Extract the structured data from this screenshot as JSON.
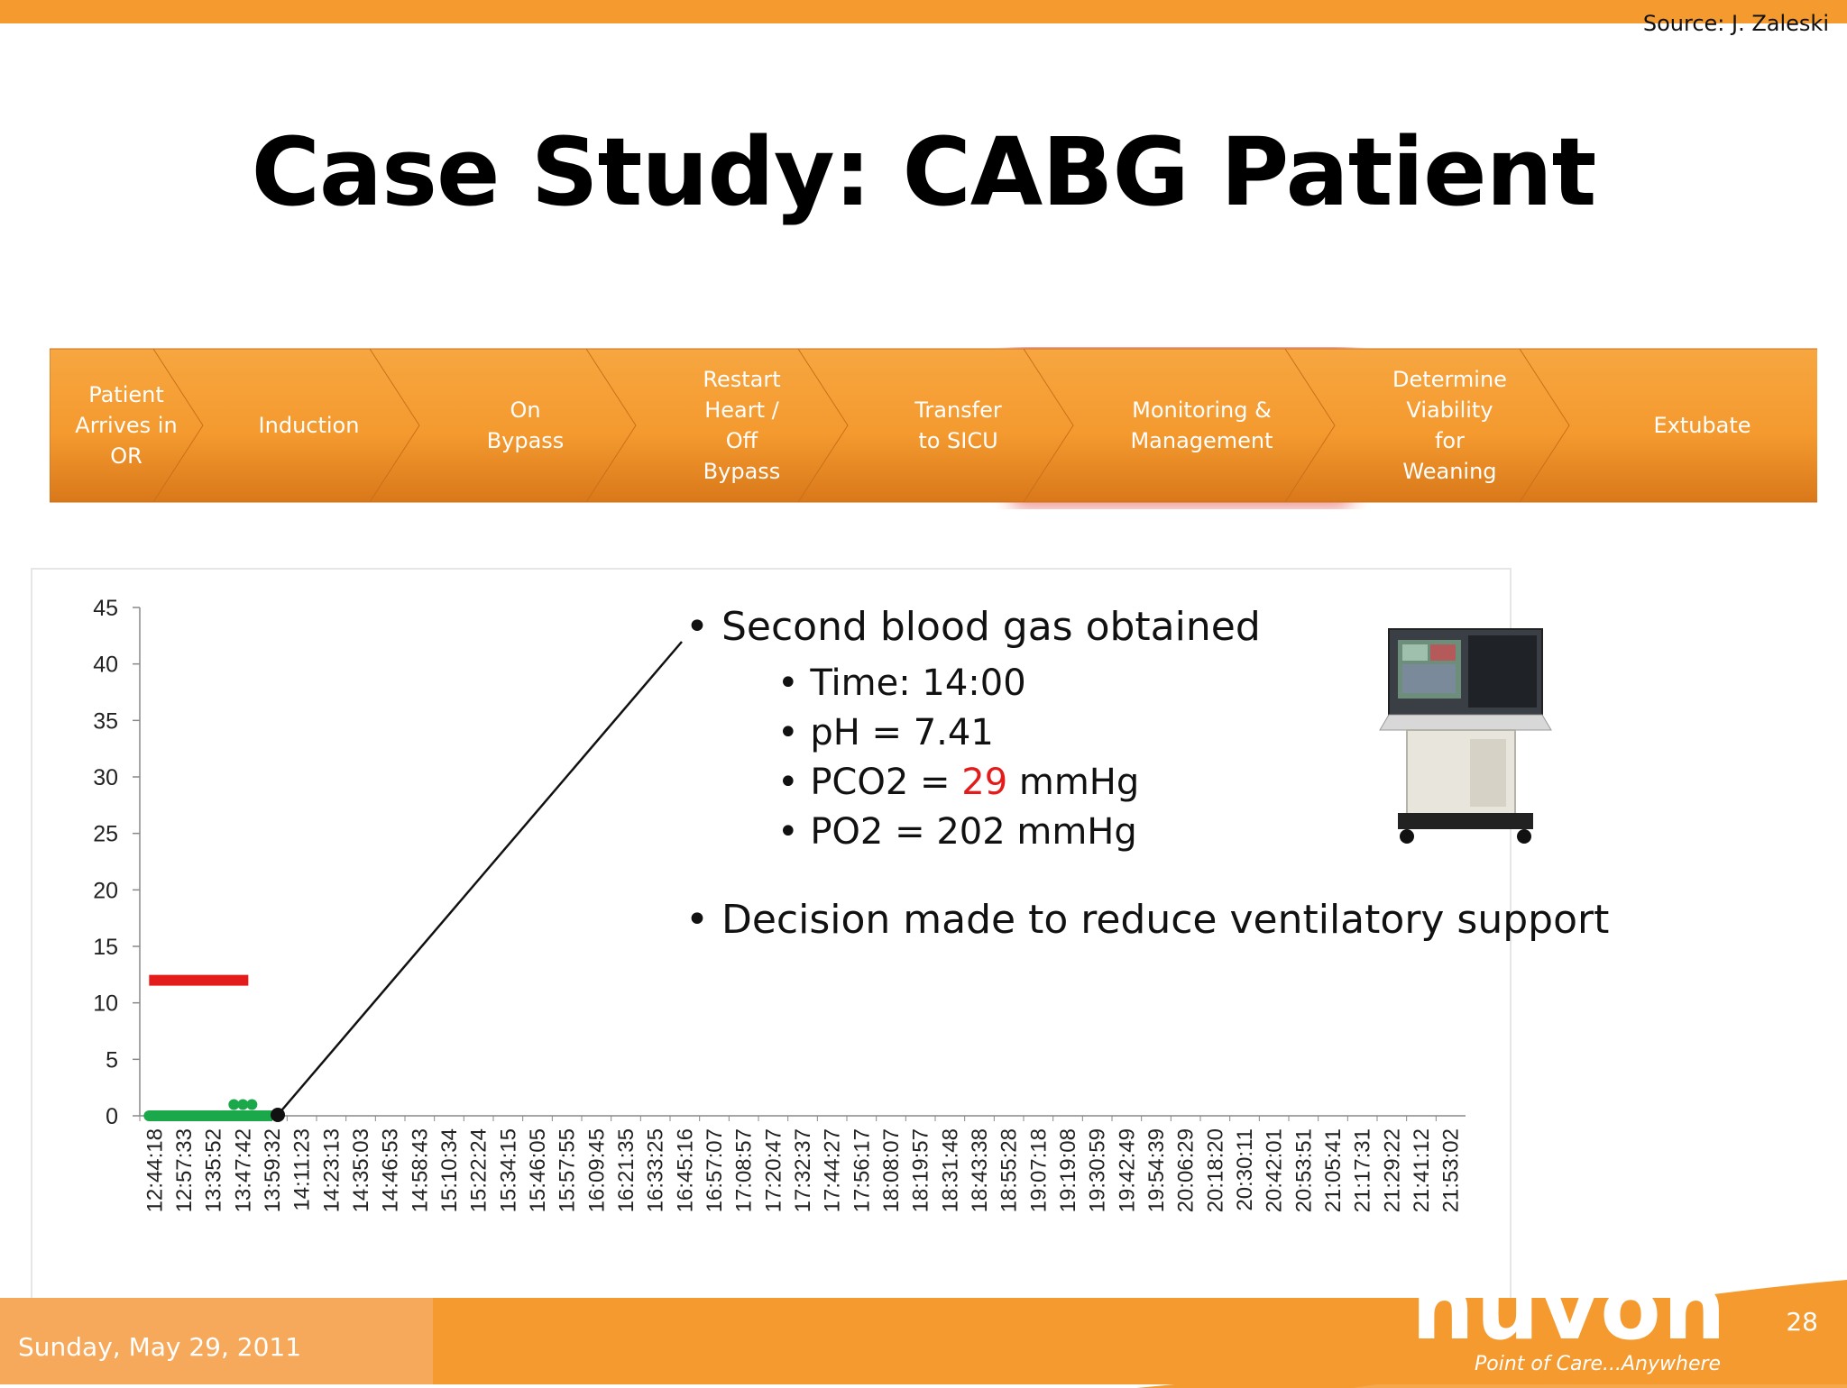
{
  "header": {
    "source": "Source: J. Zaleski"
  },
  "title": "Case Study: CABG Patient",
  "process": {
    "highlight_color": "#e0413a",
    "fill_color": "#f49a2f",
    "steps": [
      {
        "label": "Patient\nArrives in\nOR"
      },
      {
        "label": "Induction"
      },
      {
        "label": "On\nBypass"
      },
      {
        "label": "Restart\nHeart /\nOff\nBypass"
      },
      {
        "label": "Transfer\nto SICU"
      },
      {
        "label": "Monitoring &\nManagement",
        "highlighted": true
      },
      {
        "label": "Determine\nViability\nfor\nWeaning"
      },
      {
        "label": "Extubate"
      }
    ]
  },
  "bullets": {
    "main1": "Second blood gas obtained",
    "time": "Time: 14:00",
    "ph": "pH = 7.41",
    "pco2_prefix": "PCO2 = ",
    "pco2_value": "29",
    "pco2_suffix": " mmHg",
    "po2": "PO2 = 202 mmHg",
    "main2": "Decision made to reduce ventilatory support"
  },
  "chart_data": {
    "type": "scatter",
    "ylim": [
      0,
      45
    ],
    "yticks": [
      0,
      5,
      10,
      15,
      20,
      25,
      30,
      35,
      40,
      45
    ],
    "categories": [
      "12:44:18",
      "12:57:33",
      "13:35:52",
      "13:47:42",
      "13:59:32",
      "14:11:23",
      "14:23:13",
      "14:35:03",
      "14:46:53",
      "14:58:43",
      "15:10:34",
      "15:22:24",
      "15:34:15",
      "15:46:05",
      "15:57:55",
      "16:09:45",
      "16:21:35",
      "16:33:25",
      "16:45:16",
      "16:57:07",
      "17:08:57",
      "17:20:47",
      "17:32:37",
      "17:44:27",
      "17:56:17",
      "18:08:07",
      "18:19:57",
      "18:31:48",
      "18:43:38",
      "18:55:28",
      "19:07:18",
      "19:19:08",
      "19:30:59",
      "19:42:49",
      "19:54:39",
      "20:06:29",
      "20:18:20",
      "20:30:11",
      "20:42:01",
      "20:53:51",
      "21:05:41",
      "21:17:31",
      "21:29:22",
      "21:41:12",
      "21:53:02"
    ],
    "series": [
      {
        "color": "#e31b1b",
        "values": [
          12,
          12,
          12,
          12
        ]
      },
      {
        "color": "#1aa84a",
        "values": [
          0,
          0,
          0,
          1,
          0
        ]
      },
      {
        "color": "#111111",
        "values": [
          0
        ]
      }
    ],
    "marker_category": "13:59:32",
    "grid": false
  },
  "footer": {
    "date": "Sunday, May 29, 2011",
    "page": "28",
    "logo": "nuvon",
    "tagline": "Point of Care...Anywhere"
  }
}
